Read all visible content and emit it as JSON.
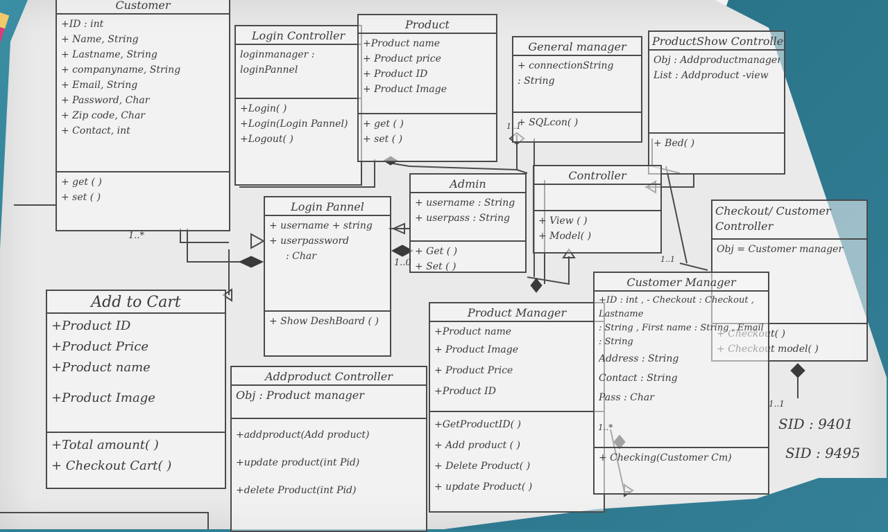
{
  "classes": {
    "customer": {
      "name": "Customer",
      "attributes": [
        "+ID : int",
        "+ Name, String",
        "+ Lastname, String",
        "+ companyname, String",
        "+ Email, String",
        "+ Password, Char",
        "+ Zip code, Char",
        "+ Contact, int"
      ],
      "methods": [
        "+ get ( )",
        "+ set ( )"
      ]
    },
    "login_controller": {
      "name": "Login Controller",
      "attributes": [
        "loginmanager :",
        "loginPannel"
      ],
      "methods": [
        "+Login( )",
        "+Login(Login Pannel)",
        "+Logout( )"
      ]
    },
    "product": {
      "name": "Product",
      "attributes": [
        "+Product name",
        "+ Product price",
        "+ Product ID",
        "+ Product Image"
      ],
      "methods": [
        "+ get ( )",
        "+ set ( )"
      ]
    },
    "general_manager": {
      "name": "General manager",
      "attributes": [
        "+ connectionString",
        ": String"
      ],
      "methods": [
        "+ SQLcon( )"
      ]
    },
    "product_show_controller": {
      "name": "ProductShow Controller",
      "attributes": [
        "Obj : Addproductmanager",
        "List : Addproduct -view"
      ],
      "methods": [
        "+ Bed( )"
      ]
    },
    "admin": {
      "name": "Admin",
      "attributes": [
        "+ username : String",
        "+ userpass : String"
      ],
      "methods": [
        "+ Get ( )",
        "+ Set ( )"
      ]
    },
    "controller": {
      "name": "Controller",
      "attributes": [],
      "methods": [
        "+ View ( )",
        "+ Model( )"
      ]
    },
    "login_pannel": {
      "name": "Login Pannel",
      "attributes": [
        "+ username + string",
        "+ userpassword",
        ": Char"
      ],
      "methods": [
        "+ Show DeshBoard ( )"
      ]
    },
    "checkout_controller": {
      "name": "Checkout/ Customer Controller",
      "attributes": [
        "Obj = Customer manager"
      ],
      "methods": [
        "+ Checkout( )",
        "+ Checkout model( )"
      ]
    },
    "add_to_cart": {
      "name": "Add to Cart",
      "attributes": [
        "+Product ID",
        "+Product Price",
        "+Product name",
        "+Product Image"
      ],
      "methods": [
        "+Total amount( )",
        "+ Checkout Cart( )"
      ]
    },
    "addproduct_controller": {
      "name": "Addproduct Controller",
      "attributes": [
        "Obj : Product manager"
      ],
      "methods": [
        "+addproduct(Add product)",
        "+update product(int Pid)",
        "+delete Product(int Pid)"
      ]
    },
    "product_manager": {
      "name": "Product Manager",
      "attributes": [
        "+Product name",
        "+ Product Image",
        "+ Product Price",
        "+Product ID"
      ],
      "methods": [
        "+GetProductID( )",
        "+ Add product ( )",
        "+ Delete Product( )",
        "+ update Product( )"
      ]
    },
    "customer_manager": {
      "name": "Customer Manager",
      "attributes": [
        "+ID : int , - Checkout : Checkout , Lastname",
        ": String , First name : String , Email : String",
        "Address : String",
        "Contact : String",
        "Pass : Char"
      ],
      "methods": [
        "+ Checking(Customer Cm)"
      ]
    }
  },
  "multiplicities": {
    "customer": "1..*",
    "admin": "1..0",
    "general_manager": "1..1",
    "customer_manager_top": "1..1",
    "customer_manager_left": "1..*",
    "checkout": "1..1"
  },
  "notes": {
    "sid1": "SID : 9401",
    "sid2": "SID : 9495"
  },
  "colors": {
    "ink": "#3a3a3a",
    "paper": "#eaeaea",
    "desk": "#2f7f95"
  }
}
